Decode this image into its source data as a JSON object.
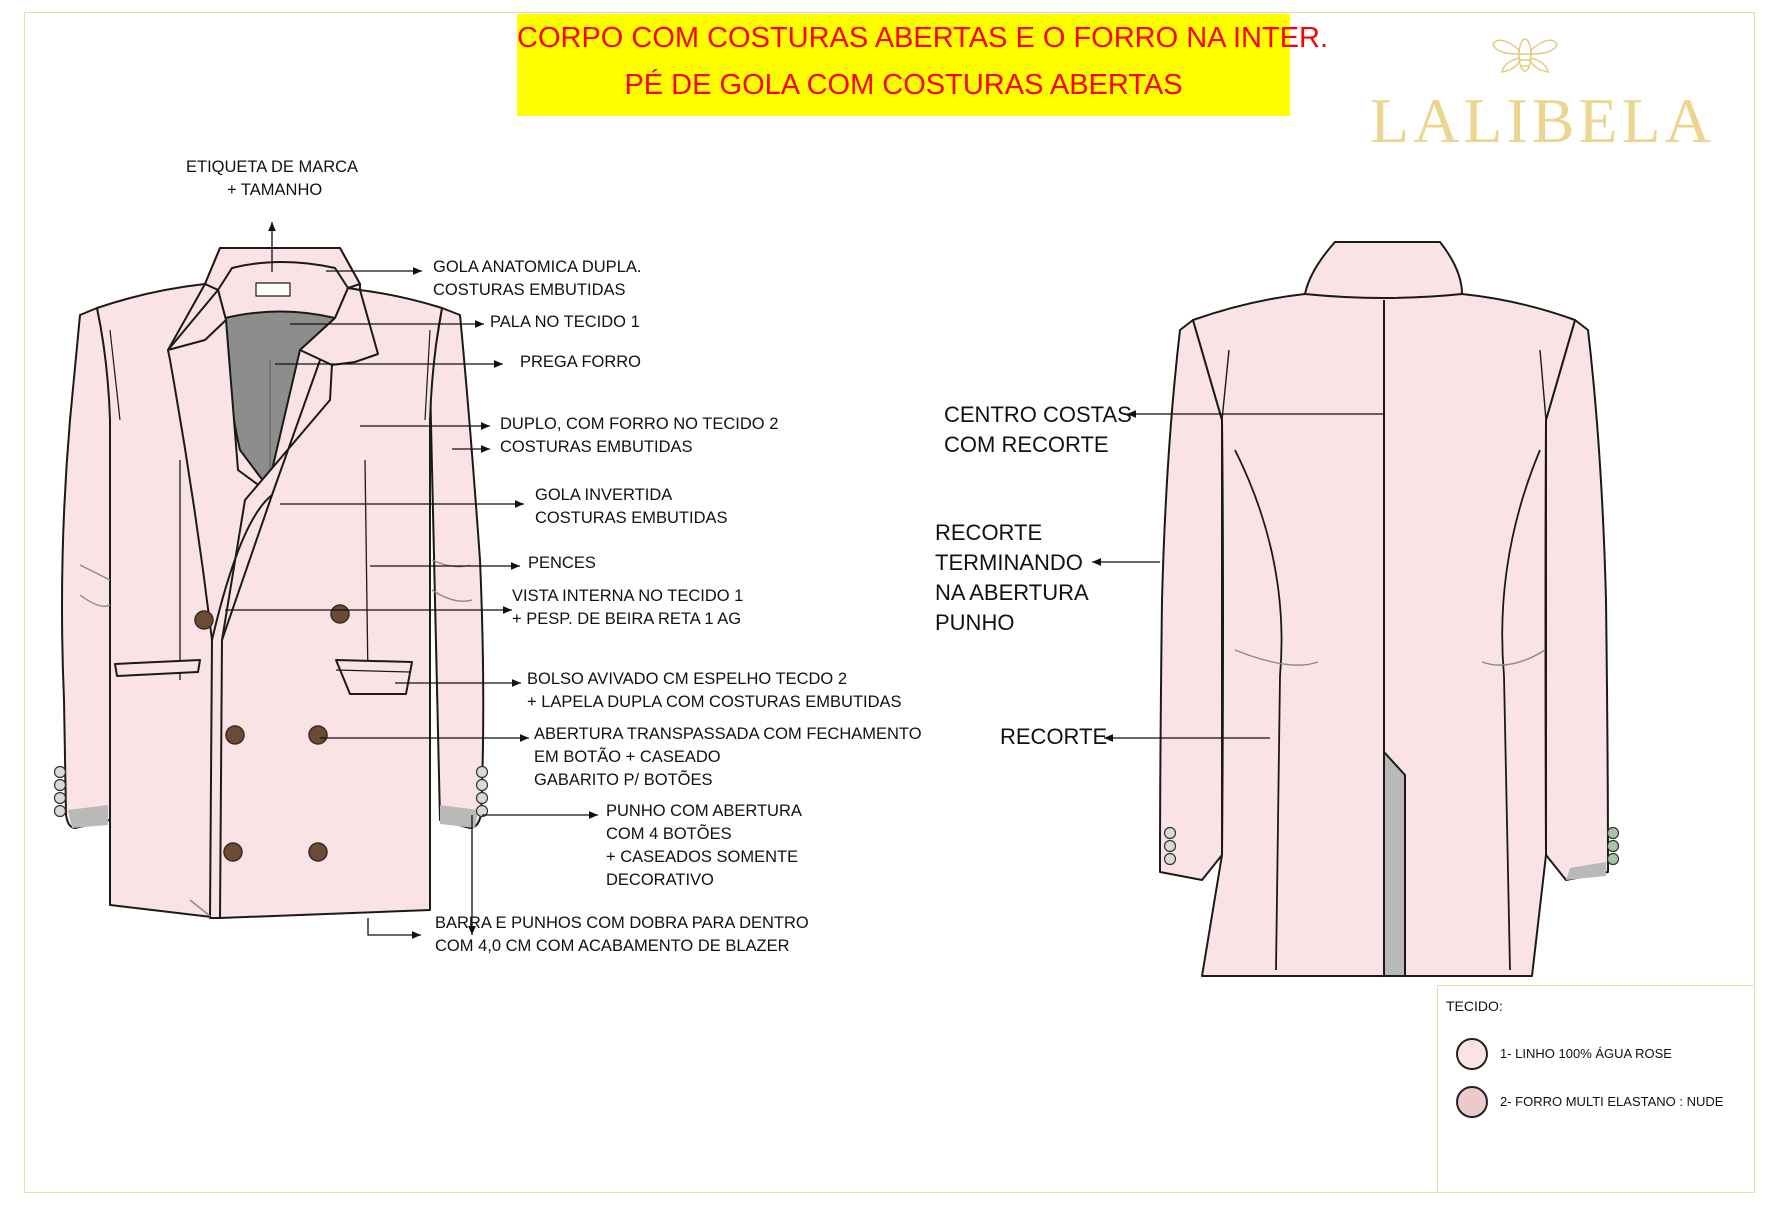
{
  "banner": {
    "line1": "CORPO COM COSTURAS ABERTAS E O FORRO NA INTER.",
    "line2": "PÉ DE GOLA COM COSTURAS ABERTAS",
    "color": "#ffff00"
  },
  "brand": {
    "name": "LALIBELA",
    "color": "#ecd68f"
  },
  "front_labels": {
    "etiqueta": [
      "ETIQUETA DE MARCA",
      "+ TAMANHO"
    ],
    "gola_anatomica": [
      "GOLA ANATOMICA DUPLA.",
      "COSTURAS EMBUTIDAS"
    ],
    "pala": "PALA NO  TECIDO 1",
    "prega": "PREGA FORRO",
    "duplo": [
      "DUPLO, COM FORRO NO TECIDO 2",
      "COSTURAS EMBUTIDAS"
    ],
    "gola_invertida": [
      "GOLA INVERTIDA",
      "COSTURAS EMBUTIDAS"
    ],
    "pences": "PENCES",
    "vista": [
      "VISTA INTERNA NO  TECIDO 1",
      "+ PESP. DE BEIRA RETA 1 AG"
    ],
    "bolso": [
      "BOLSO AVIVADO CM ESPELHO TECDO 2",
      "+      LAPELA DUPLA COM COSTURAS EMBUTIDAS"
    ],
    "abertura": [
      "ABERTURA TRANSPASSADA COM FECHAMENTO",
      "EM BOTÃO + CASEADO",
      "GABARITO P/ BOTÕES"
    ],
    "punho": [
      "PUNHO COM ABERTURA",
      "COM 4 BOTÕES",
      "+ CASEADOS SOMENTE",
      "DECORATIVO"
    ],
    "barra": [
      "BARRA E PUNHOS COM DOBRA PARA DENTRO",
      "COM  4,0 CM  COM ACABAMENTO DE BLAZER"
    ]
  },
  "back_labels": {
    "centro": [
      "CENTRO COSTAS",
      "COM RECORTE"
    ],
    "recorte_punho": [
      "RECORTE",
      "TERMINANDO",
      "NA ABERTURA",
      "PUNHO"
    ],
    "recorte": "RECORTE"
  },
  "legend": {
    "title": "TECIDO:",
    "items": [
      {
        "label": "1- LINHO 100% ÁGUA ROSE",
        "color": "#f9e3e5"
      },
      {
        "label": "2- FORRO MULTI ELASTANO : NUDE",
        "color": "#ecc9cb"
      }
    ]
  },
  "colors": {
    "fabric": "#f9e3e5",
    "lining": "#8d8d8d",
    "button": "#6b4a36",
    "outline": "#1a1a1a"
  }
}
